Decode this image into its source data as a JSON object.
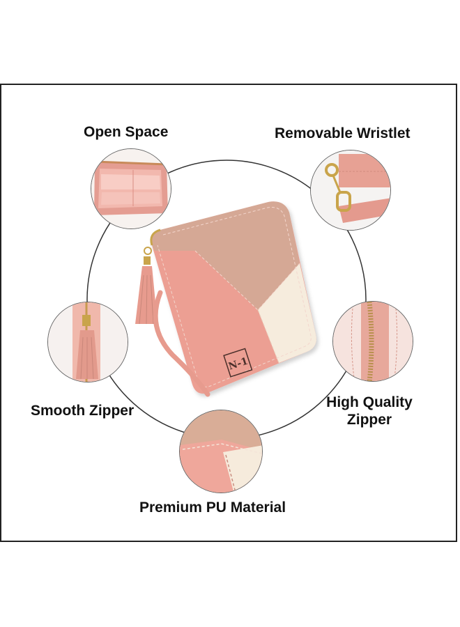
{
  "labels": {
    "open_space": "Open Space",
    "removable_wristlet": "Removable Wristlet",
    "smooth_zipper": "Smooth Zipper",
    "high_quality_zipper_line1": "High Quality",
    "high_quality_zipper_line2": "Zipper",
    "premium_pu_material": "Premium PU Material"
  },
  "brand_mark": "N-1",
  "colors": {
    "pink": "#e9a296",
    "beige": "#d3a690",
    "cream": "#f5ead8",
    "frame": "#222222"
  }
}
